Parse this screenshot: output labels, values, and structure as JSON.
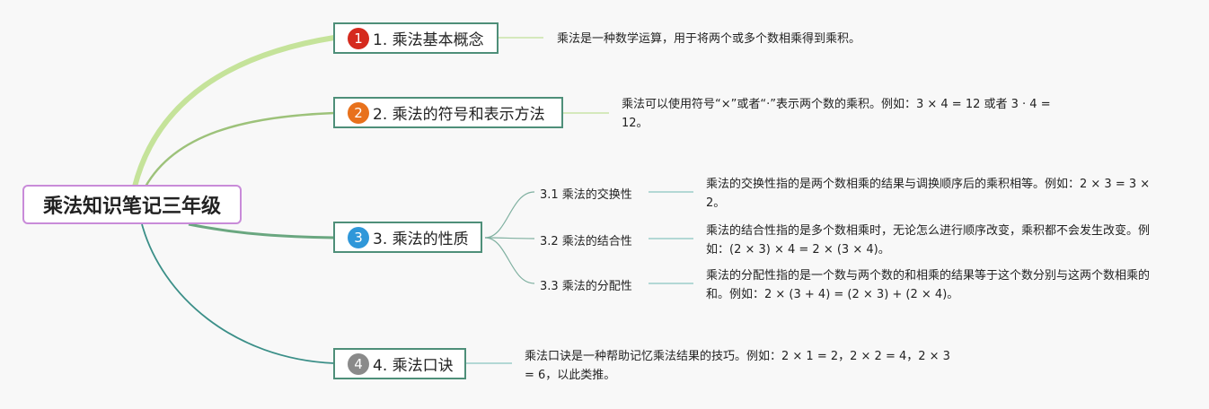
{
  "root": {
    "label": "乘法知识笔记三年级"
  },
  "topics": [
    {
      "number": "1",
      "label": "1. 乘法基本概念",
      "badge_color": "#d52a1e",
      "desc": "乘法是一种数学运算，用于将两个或多个数相乘得到乘积。"
    },
    {
      "number": "2",
      "label": "2. 乘法的符号和表示方法",
      "badge_color": "#e8711c",
      "desc": "乘法可以使用符号“×”或者“·”表示两个数的乘积。例如：3 × 4 = 12 或者 3 · 4 = 12。"
    },
    {
      "number": "3",
      "label": "3. 乘法的性质",
      "badge_color": "#2f97d9",
      "subs": [
        {
          "label": "3.1 乘法的交换性",
          "desc": "乘法的交换性指的是两个数相乘的结果与调换顺序后的乘积相等。例如：2 × 3 = 3 × 2。"
        },
        {
          "label": "3.2 乘法的结合性",
          "desc": "乘法的结合性指的是多个数相乘时，无论怎么进行顺序改变，乘积都不会发生改变。例如：(2 × 3) × 4 = 2 × (3 × 4)。"
        },
        {
          "label": "3.3 乘法的分配性",
          "desc": "乘法的分配性指的是一个数与两个数的和相乘的结果等于这个数分别与这两个数相乘的和。例如：2 × (3 + 4) = (2 × 3) + (2 × 4)。"
        }
      ]
    },
    {
      "number": "4",
      "label": "4. 乘法口诀",
      "badge_color": "#8a8a8a",
      "desc": "乘法口诀是一种帮助记忆乘法结果的技巧。例如：2 × 1 = 2，2 × 2 = 4，2 × 3 = 6，以此类推。"
    }
  ]
}
